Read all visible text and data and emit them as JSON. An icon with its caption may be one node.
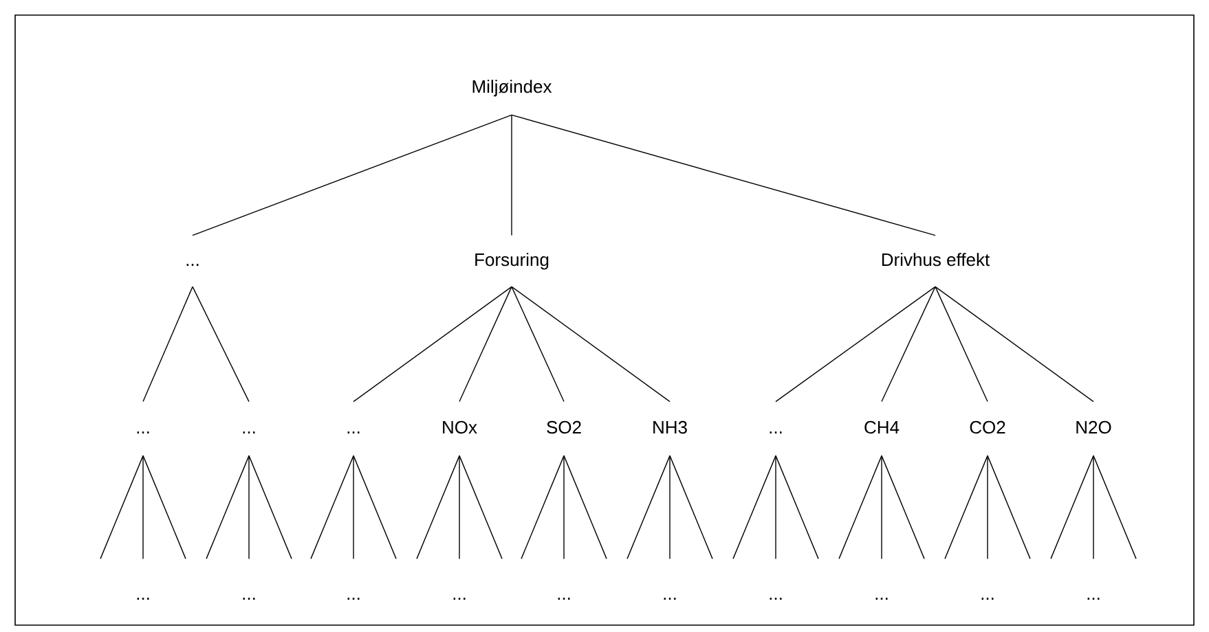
{
  "diagram": {
    "nodes": [
      {
        "text": [
          "Miljøindex"
        ]
      },
      {
        "text": [
          "..."
        ]
      },
      {
        "text": [
          "Forsuring"
        ]
      },
      {
        "text": [
          "Drivhus effekt"
        ]
      },
      {
        "text": [
          "..."
        ]
      },
      {
        "text": [
          "..."
        ]
      },
      {
        "text": [
          "..."
        ]
      },
      {
        "text": [
          "NOx"
        ]
      },
      {
        "text": [
          "SO2"
        ]
      },
      {
        "text": [
          "NH3"
        ]
      },
      {
        "text": [
          "..."
        ]
      },
      {
        "text": [
          "CH4"
        ]
      },
      {
        "text": [
          "CO2"
        ]
      },
      {
        "text": [
          "N2O"
        ]
      },
      {
        "text": [
          "..."
        ]
      },
      {
        "text": [
          "..."
        ]
      },
      {
        "text": [
          "..."
        ]
      },
      {
        "text": [
          "..."
        ]
      },
      {
        "text": [
          "..."
        ]
      },
      {
        "text": [
          "..."
        ]
      },
      {
        "text": [
          "..."
        ]
      },
      {
        "text": [
          "..."
        ]
      },
      {
        "text": [
          "..."
        ]
      },
      {
        "text": [
          "..."
        ]
      }
    ],
    "edges": [
      {
        "from": 0,
        "to": 1,
        "arrow": "none"
      },
      {
        "from": 0,
        "to": 2,
        "arrow": "none"
      },
      {
        "from": 0,
        "to": 3,
        "arrow": "none"
      },
      {
        "from": 1,
        "to": 4,
        "arrow": "none"
      },
      {
        "from": 1,
        "to": 5,
        "arrow": "none"
      },
      {
        "from": 2,
        "to": 6,
        "arrow": "none"
      },
      {
        "from": 2,
        "to": 7,
        "arrow": "none"
      },
      {
        "from": 2,
        "to": 8,
        "arrow": "none"
      },
      {
        "from": 2,
        "to": 9,
        "arrow": "none"
      },
      {
        "from": 3,
        "to": 10,
        "arrow": "none"
      },
      {
        "from": 3,
        "to": 11,
        "arrow": "none"
      },
      {
        "from": 3,
        "to": 12,
        "arrow": "none"
      },
      {
        "from": 3,
        "to": 13,
        "arrow": "none"
      },
      {
        "from": 4,
        "to": null,
        "arrow": "none"
      },
      {
        "from": 4,
        "to": 14,
        "arrow": "none"
      },
      {
        "from": 4,
        "to": null,
        "arrow": "none"
      },
      {
        "from": 5,
        "to": null,
        "arrow": "none"
      },
      {
        "from": 5,
        "to": 15,
        "arrow": "none"
      },
      {
        "from": 5,
        "to": null,
        "arrow": "none"
      },
      {
        "from": 6,
        "to": null,
        "arrow": "none"
      },
      {
        "from": 6,
        "to": 16,
        "arrow": "none"
      },
      {
        "from": 6,
        "to": null,
        "arrow": "none"
      },
      {
        "from": 7,
        "to": null,
        "arrow": "none"
      },
      {
        "from": 7,
        "to": 17,
        "arrow": "none"
      },
      {
        "from": 7,
        "to": null,
        "arrow": "none"
      },
      {
        "from": 8,
        "to": null,
        "arrow": "none"
      },
      {
        "from": 8,
        "to": 18,
        "arrow": "none"
      },
      {
        "from": 8,
        "to": null,
        "arrow": "none"
      },
      {
        "from": 9,
        "to": null,
        "arrow": "none"
      },
      {
        "from": 9,
        "to": 19,
        "arrow": "none"
      },
      {
        "from": 9,
        "to": null,
        "arrow": "none"
      },
      {
        "from": 10,
        "to": null,
        "arrow": "none"
      },
      {
        "from": 10,
        "to": 20,
        "arrow": "none"
      },
      {
        "from": 10,
        "to": null,
        "arrow": "none"
      },
      {
        "from": 11,
        "to": null,
        "arrow": "none"
      },
      {
        "from": 11,
        "to": 21,
        "arrow": "none"
      },
      {
        "from": 11,
        "to": null,
        "arrow": "none"
      },
      {
        "from": 12,
        "to": null,
        "arrow": "none"
      },
      {
        "from": 12,
        "to": 22,
        "arrow": "none"
      },
      {
        "from": 12,
        "to": null,
        "arrow": "none"
      },
      {
        "from": 13,
        "to": null,
        "arrow": "none"
      },
      {
        "from": 13,
        "to": 23,
        "arrow": "none"
      },
      {
        "from": 13,
        "to": null,
        "arrow": "none"
      }
    ]
  }
}
